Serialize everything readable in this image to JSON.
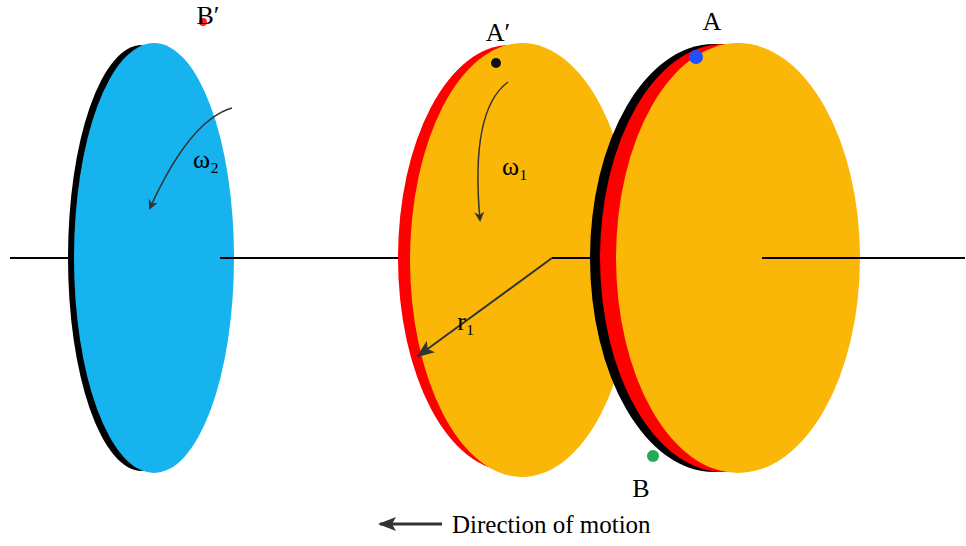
{
  "diagram": {
    "labels": [
      "B′",
      "ω₂",
      "A′",
      "ω₁",
      "A",
      "r₁",
      "B",
      "Direction of motion"
    ]
  }
}
